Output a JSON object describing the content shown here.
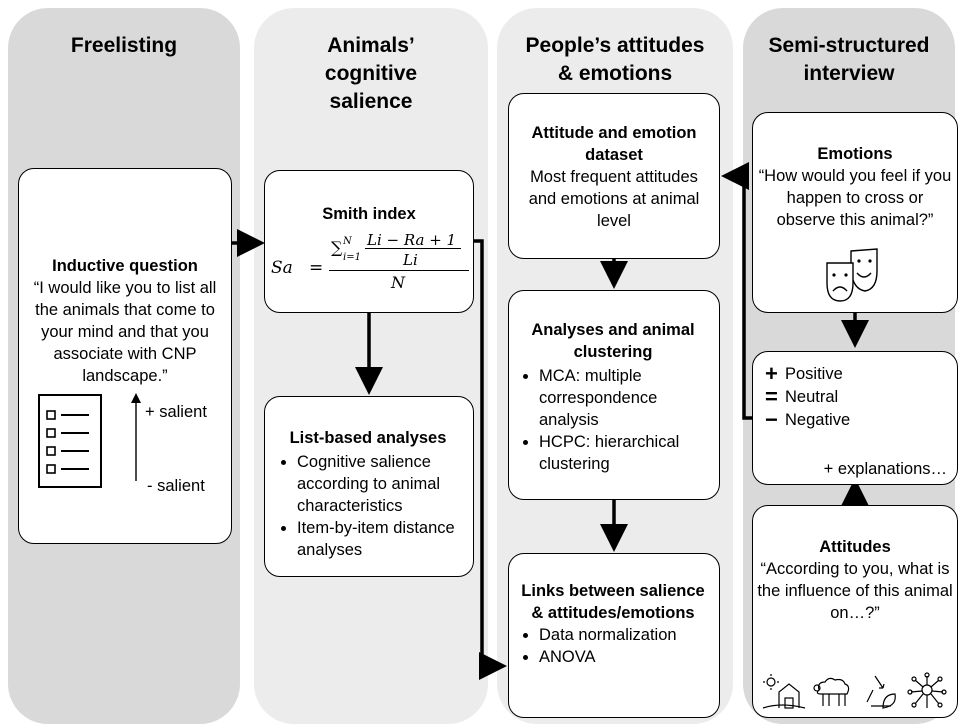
{
  "colors": {
    "col1": "#d9d9d9",
    "col2": "#ececec",
    "col3": "#ececec",
    "col4": "#d9d9d9",
    "line": "#000000"
  },
  "columns": [
    {
      "title": "Freelisting"
    },
    {
      "title": "Animals’ cognitive salience"
    },
    {
      "title": "People’s attitudes & emotions"
    },
    {
      "title": "Semi-structured interview"
    }
  ],
  "inductive": {
    "title": "Inductive question",
    "text": "“I would like you to list all the animals that come to your mind and that you associate with CNP landscape.”",
    "plus_salient": "+ salient",
    "minus_salient": "- salient",
    "icon": "checklist-icon"
  },
  "smith": {
    "title": "Smith index",
    "lhs": "Sa",
    "eq": "=",
    "sum": "∑",
    "sum_lower": "i=1",
    "sum_upper": "N",
    "num": "Li − Ra + 1",
    "den": "Li",
    "big_den": "N"
  },
  "list_based": {
    "title": "List-based analyses",
    "items": [
      "Cognitive salience according to animal characteristics",
      "Item-by-item distance analyses"
    ]
  },
  "dataset": {
    "title": "Attitude and emotion dataset",
    "text": "Most frequent attitudes and emotions at animal level"
  },
  "clustering": {
    "title": "Analyses and animal clustering",
    "items": [
      "MCA: multiple correspondence analysis",
      "HCPC: hierarchical clustering"
    ]
  },
  "links": {
    "title": "Links between salience & attitudes/emotions",
    "items": [
      "Data normalization",
      "ANOVA"
    ]
  },
  "emotions": {
    "title": "Emotions",
    "text": "“How would you feel if you happen to cross or observe this animal?”",
    "icon": "theatre-masks-icon"
  },
  "valence": {
    "positive": "Positive",
    "neutral": "Neutral",
    "negative": "Negative",
    "explanations": "+ explanations…"
  },
  "attitudes": {
    "title": "Attitudes",
    "text": "“According to you, what is the influence of this animal on…?”",
    "icons": [
      "farm-icon",
      "sheep-icon",
      "recycle-leaf-icon",
      "people-network-icon"
    ]
  }
}
